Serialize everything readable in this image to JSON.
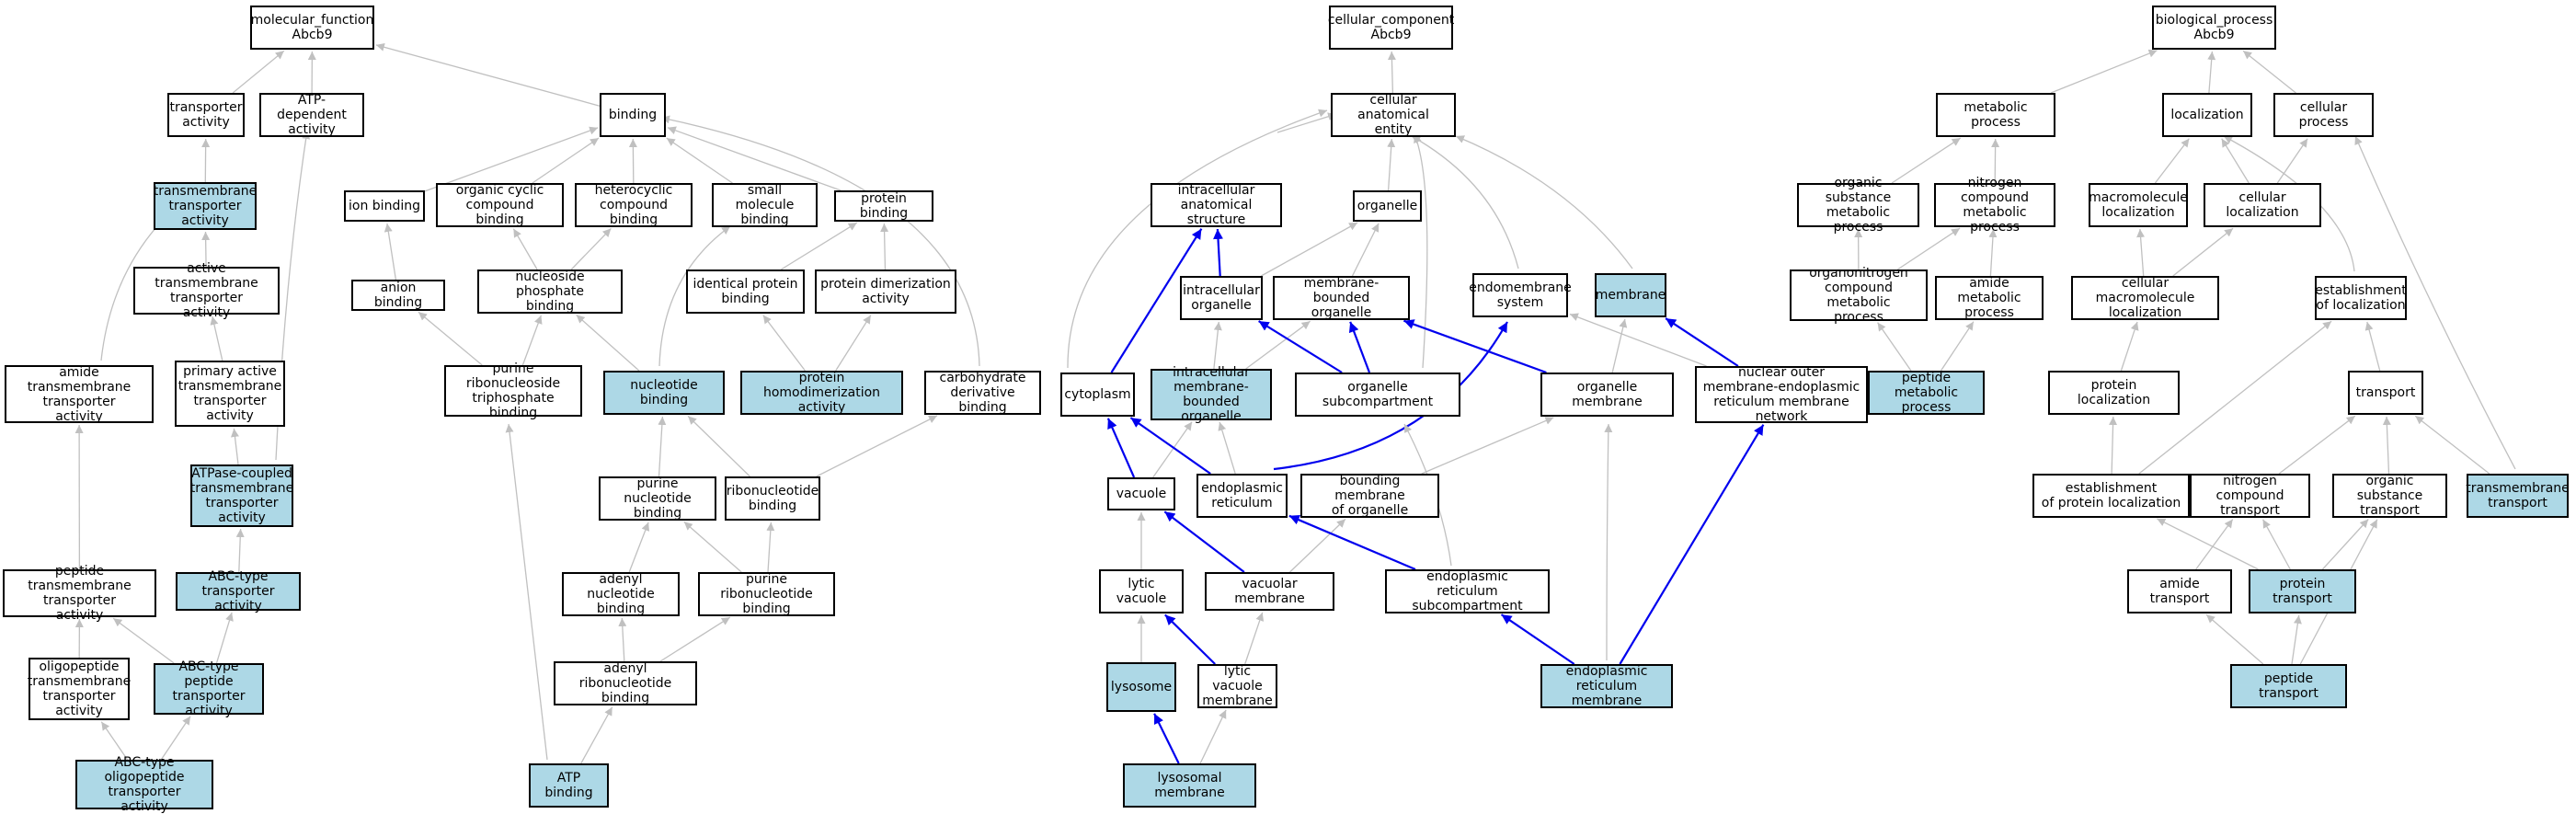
{
  "highlight_color": "#add8e6",
  "edge_gray": "#c0c0c0",
  "edge_blue": "#0000ee",
  "nodes": [
    {
      "id": "mf",
      "label": "molecular_function\nAbcb9",
      "hl": false
    },
    {
      "id": "trans_act",
      "label": "transporter\nactivity",
      "hl": false
    },
    {
      "id": "atp_dep",
      "label": "ATP-dependent\nactivity",
      "hl": false
    },
    {
      "id": "binding",
      "label": "binding",
      "hl": false
    },
    {
      "id": "tm_trans",
      "label": "transmembrane\ntransporter\nactivity",
      "hl": true
    },
    {
      "id": "ion_b",
      "label": "ion binding",
      "hl": false
    },
    {
      "id": "org_cyc",
      "label": "organic cyclic\ncompound binding",
      "hl": false
    },
    {
      "id": "hetero",
      "label": "heterocyclic\ncompound binding",
      "hl": false
    },
    {
      "id": "small_mol",
      "label": "small molecule\nbinding",
      "hl": false
    },
    {
      "id": "prot_b",
      "label": "protein binding",
      "hl": false
    },
    {
      "id": "active_tm",
      "label": "active transmembrane\ntransporter\nactivity",
      "hl": false
    },
    {
      "id": "anion_b",
      "label": "anion binding",
      "hl": false
    },
    {
      "id": "nuc_phos",
      "label": "nucleoside phosphate\nbinding",
      "hl": false
    },
    {
      "id": "ident_prot",
      "label": "identical protein\nbinding",
      "hl": false
    },
    {
      "id": "prot_dimer",
      "label": "protein dimerization\nactivity",
      "hl": false
    },
    {
      "id": "amide_tm",
      "label": "amide transmembrane\ntransporter\nactivity",
      "hl": false
    },
    {
      "id": "primary_active",
      "label": "primary active\ntransmembrane\ntransporter\nactivity",
      "hl": false
    },
    {
      "id": "purine_rntp",
      "label": "purine ribonucleoside\ntriphosphate\nbinding",
      "hl": false
    },
    {
      "id": "nucleotide_b",
      "label": "nucleotide binding",
      "hl": true
    },
    {
      "id": "prot_homodimer",
      "label": "protein homodimerization\nactivity",
      "hl": true
    },
    {
      "id": "carb_deriv",
      "label": "carbohydrate\nderivative binding",
      "hl": false
    },
    {
      "id": "atpase",
      "label": "ATPase-coupled\ntransmembrane\ntransporter\nactivity",
      "hl": true
    },
    {
      "id": "purine_nucl",
      "label": "purine nucleotide\nbinding",
      "hl": false
    },
    {
      "id": "ribonucl",
      "label": "ribonucleotide\nbinding",
      "hl": false
    },
    {
      "id": "peptide_tm",
      "label": "peptide transmembrane\ntransporter\nactivity",
      "hl": false
    },
    {
      "id": "abc_trans",
      "label": "ABC-type transporter\nactivity",
      "hl": true
    },
    {
      "id": "adenyl_nucl",
      "label": "adenyl nucleotide\nbinding",
      "hl": false
    },
    {
      "id": "purine_ribo",
      "label": "purine ribonucleotide\nbinding",
      "hl": false
    },
    {
      "id": "oligo_tm",
      "label": "oligopeptide\ntransmembrane\ntransporter\nactivity",
      "hl": false
    },
    {
      "id": "abc_peptide",
      "label": "ABC-type peptide\ntransporter\nactivity",
      "hl": true
    },
    {
      "id": "adenyl_ribo",
      "label": "adenyl ribonucleotide\nbinding",
      "hl": false
    },
    {
      "id": "abc_oligo",
      "label": "ABC-type oligopeptide\ntransporter\nactivity",
      "hl": true
    },
    {
      "id": "atp_b",
      "label": "ATP binding",
      "hl": true
    },
    {
      "id": "cc",
      "label": "cellular_component\nAbcb9",
      "hl": false
    },
    {
      "id": "cae",
      "label": "cellular anatomical\nentity",
      "hl": false
    },
    {
      "id": "intra_anat",
      "label": "intracellular\nanatomical structure",
      "hl": false
    },
    {
      "id": "organelle",
      "label": "organelle",
      "hl": false
    },
    {
      "id": "intra_org",
      "label": "intracellular\norganelle",
      "hl": false
    },
    {
      "id": "mem_org",
      "label": "membrane-bounded\norganelle",
      "hl": false
    },
    {
      "id": "endomem",
      "label": "endomembrane\nsystem",
      "hl": false
    },
    {
      "id": "membrane",
      "label": "membrane",
      "hl": true
    },
    {
      "id": "cytoplasm",
      "label": "cytoplasm",
      "hl": false
    },
    {
      "id": "intra_mem_org",
      "label": "intracellular\nmembrane-bounded\norganelle",
      "hl": true
    },
    {
      "id": "org_subcomp",
      "label": "organelle subcompartment",
      "hl": false
    },
    {
      "id": "org_mem",
      "label": "organelle membrane",
      "hl": false
    },
    {
      "id": "nuc_outer",
      "label": "nuclear outer\nmembrane-endoplasmic\nreticulum membrane\nnetwork",
      "hl": false
    },
    {
      "id": "vacuole",
      "label": "vacuole",
      "hl": false
    },
    {
      "id": "er",
      "label": "endoplasmic\nreticulum",
      "hl": false
    },
    {
      "id": "bound_mem",
      "label": "bounding membrane\nof organelle",
      "hl": false
    },
    {
      "id": "lytic_vac",
      "label": "lytic vacuole",
      "hl": false
    },
    {
      "id": "vac_mem",
      "label": "vacuolar membrane",
      "hl": false
    },
    {
      "id": "er_subcomp",
      "label": "endoplasmic\nreticulum subcompartment",
      "hl": false
    },
    {
      "id": "lysosome",
      "label": "lysosome",
      "hl": true
    },
    {
      "id": "lytic_vac_mem",
      "label": "lytic vacuole\nmembrane",
      "hl": false
    },
    {
      "id": "er_mem",
      "label": "endoplasmic\nreticulum membrane",
      "hl": true
    },
    {
      "id": "lyso_mem",
      "label": "lysosomal membrane",
      "hl": true
    },
    {
      "id": "bp",
      "label": "biological_process\nAbcb9",
      "hl": false
    },
    {
      "id": "metab",
      "label": "metabolic process",
      "hl": false
    },
    {
      "id": "local",
      "label": "localization",
      "hl": false
    },
    {
      "id": "cell_proc",
      "label": "cellular process",
      "hl": false
    },
    {
      "id": "org_sub_metab",
      "label": "organic substance\nmetabolic process",
      "hl": false
    },
    {
      "id": "nitro_metab",
      "label": "nitrogen compound\nmetabolic process",
      "hl": false
    },
    {
      "id": "macro_local",
      "label": "macromolecule\nlocalization",
      "hl": false
    },
    {
      "id": "cell_local",
      "label": "cellular localization",
      "hl": false
    },
    {
      "id": "organonitro",
      "label": "organonitrogen\ncompound metabolic\nprocess",
      "hl": false
    },
    {
      "id": "amide_metab",
      "label": "amide metabolic\nprocess",
      "hl": false
    },
    {
      "id": "cell_macro_local",
      "label": "cellular macromolecule\nlocalization",
      "hl": false
    },
    {
      "id": "estab_local",
      "label": "establishment\nof localization",
      "hl": false
    },
    {
      "id": "pept_metab",
      "label": "peptide metabolic\nprocess",
      "hl": true
    },
    {
      "id": "prot_local",
      "label": "protein localization",
      "hl": false
    },
    {
      "id": "transport",
      "label": "transport",
      "hl": false
    },
    {
      "id": "estab_prot_local",
      "label": "establishment\nof protein localization",
      "hl": false
    },
    {
      "id": "nitro_trans",
      "label": "nitrogen compound\ntransport",
      "hl": false
    },
    {
      "id": "org_sub_trans",
      "label": "organic substance\ntransport",
      "hl": false
    },
    {
      "id": "tm_transport",
      "label": "transmembrane\ntransport",
      "hl": true
    },
    {
      "id": "amide_trans",
      "label": "amide transport",
      "hl": false
    },
    {
      "id": "prot_trans",
      "label": "protein transport",
      "hl": true
    },
    {
      "id": "pept_trans",
      "label": "peptide transport",
      "hl": true
    }
  ],
  "edges": [
    [
      "trans_act",
      "mf",
      "gray"
    ],
    [
      "atp_dep",
      "mf",
      "gray"
    ],
    [
      "binding",
      "mf",
      "gray"
    ],
    [
      "tm_trans",
      "trans_act",
      "gray"
    ],
    [
      "ion_b",
      "binding",
      "gray"
    ],
    [
      "org_cyc",
      "binding",
      "gray"
    ],
    [
      "hetero",
      "binding",
      "gray"
    ],
    [
      "small_mol",
      "binding",
      "gray"
    ],
    [
      "prot_b",
      "binding",
      "gray"
    ],
    [
      "carb_deriv",
      "binding",
      "gray"
    ],
    [
      "active_tm",
      "tm_trans",
      "gray"
    ],
    [
      "amide_tm",
      "tm_trans",
      "gray"
    ],
    [
      "anion_b",
      "ion_b",
      "gray"
    ],
    [
      "nuc_phos",
      "org_cyc",
      "gray"
    ],
    [
      "nuc_phos",
      "hetero",
      "gray"
    ],
    [
      "ident_prot",
      "prot_b",
      "gray"
    ],
    [
      "prot_dimer",
      "prot_b",
      "gray"
    ],
    [
      "primary_active",
      "active_tm",
      "gray"
    ],
    [
      "purine_rntp",
      "anion_b",
      "gray"
    ],
    [
      "purine_rntp",
      "nuc_phos",
      "gray"
    ],
    [
      "nucleotide_b",
      "nuc_phos",
      "gray"
    ],
    [
      "nucleotide_b",
      "small_mol",
      "gray"
    ],
    [
      "prot_homodimer",
      "ident_prot",
      "gray"
    ],
    [
      "prot_homodimer",
      "prot_dimer",
      "gray"
    ],
    [
      "atpase",
      "primary_active",
      "gray"
    ],
    [
      "atpase",
      "atp_dep",
      "gray"
    ],
    [
      "purine_nucl",
      "nucleotide_b",
      "gray"
    ],
    [
      "ribonucl",
      "nucleotide_b",
      "gray"
    ],
    [
      "ribonucl",
      "carb_deriv",
      "gray"
    ],
    [
      "peptide_tm",
      "amide_tm",
      "gray"
    ],
    [
      "abc_trans",
      "atpase",
      "gray"
    ],
    [
      "adenyl_nucl",
      "purine_nucl",
      "gray"
    ],
    [
      "purine_ribo",
      "purine_nucl",
      "gray"
    ],
    [
      "purine_ribo",
      "ribonucl",
      "gray"
    ],
    [
      "oligo_tm",
      "peptide_tm",
      "gray"
    ],
    [
      "abc_peptide",
      "peptide_tm",
      "gray"
    ],
    [
      "abc_peptide",
      "abc_trans",
      "gray"
    ],
    [
      "adenyl_ribo",
      "adenyl_nucl",
      "gray"
    ],
    [
      "adenyl_ribo",
      "purine_ribo",
      "gray"
    ],
    [
      "abc_oligo",
      "oligo_tm",
      "gray"
    ],
    [
      "abc_oligo",
      "abc_peptide",
      "gray"
    ],
    [
      "atp_b",
      "adenyl_ribo",
      "gray"
    ],
    [
      "atp_b",
      "purine_rntp",
      "gray"
    ],
    [
      "cae",
      "cc",
      "gray"
    ],
    [
      "intra_anat",
      "cae",
      "gray"
    ],
    [
      "organelle",
      "cae",
      "gray"
    ],
    [
      "endomem",
      "cae",
      "gray"
    ],
    [
      "membrane",
      "cae",
      "gray"
    ],
    [
      "cytoplasm",
      "cae",
      "gray"
    ],
    [
      "org_subcomp",
      "cae",
      "gray"
    ],
    [
      "intra_org",
      "organelle",
      "gray"
    ],
    [
      "mem_org",
      "organelle",
      "gray"
    ],
    [
      "intra_org",
      "intra_anat",
      "blue"
    ],
    [
      "cytoplasm",
      "intra_anat",
      "blue"
    ],
    [
      "intra_mem_org",
      "intra_org",
      "gray"
    ],
    [
      "intra_mem_org",
      "mem_org",
      "gray"
    ],
    [
      "org_subcomp",
      "intra_org",
      "blue"
    ],
    [
      "org_subcomp",
      "mem_org",
      "blue"
    ],
    [
      "org_mem",
      "mem_org",
      "blue"
    ],
    [
      "org_mem",
      "membrane",
      "gray"
    ],
    [
      "nuc_outer",
      "membrane",
      "blue"
    ],
    [
      "nuc_outer",
      "endomem",
      "gray"
    ],
    [
      "vacuole",
      "cytoplasm",
      "blue"
    ],
    [
      "vacuole",
      "intra_mem_org",
      "gray"
    ],
    [
      "er",
      "cytoplasm",
      "blue"
    ],
    [
      "er",
      "intra_mem_org",
      "gray"
    ],
    [
      "er",
      "endomem",
      "blue"
    ],
    [
      "bound_mem",
      "org_mem",
      "gray"
    ],
    [
      "lytic_vac",
      "vacuole",
      "gray"
    ],
    [
      "vac_mem",
      "vacuole",
      "blue"
    ],
    [
      "vac_mem",
      "bound_mem",
      "gray"
    ],
    [
      "er_subcomp",
      "er",
      "blue"
    ],
    [
      "er_subcomp",
      "org_subcomp",
      "gray"
    ],
    [
      "lysosome",
      "lytic_vac",
      "gray"
    ],
    [
      "lytic_vac_mem",
      "lytic_vac",
      "blue"
    ],
    [
      "lytic_vac_mem",
      "vac_mem",
      "gray"
    ],
    [
      "er_mem",
      "er_subcomp",
      "blue"
    ],
    [
      "er_mem",
      "org_mem",
      "gray"
    ],
    [
      "er_mem",
      "nuc_outer",
      "blue"
    ],
    [
      "lyso_mem",
      "lysosome",
      "blue"
    ],
    [
      "lyso_mem",
      "lytic_vac_mem",
      "gray"
    ],
    [
      "metab",
      "bp",
      "gray"
    ],
    [
      "local",
      "bp",
      "gray"
    ],
    [
      "cell_proc",
      "bp",
      "gray"
    ],
    [
      "org_sub_metab",
      "metab",
      "gray"
    ],
    [
      "nitro_metab",
      "metab",
      "gray"
    ],
    [
      "macro_local",
      "local",
      "gray"
    ],
    [
      "cell_local",
      "local",
      "gray"
    ],
    [
      "cell_local",
      "cell_proc",
      "gray"
    ],
    [
      "estab_local",
      "local",
      "gray"
    ],
    [
      "organonitro",
      "org_sub_metab",
      "gray"
    ],
    [
      "organonitro",
      "nitro_metab",
      "gray"
    ],
    [
      "amide_metab",
      "nitro_metab",
      "gray"
    ],
    [
      "cell_macro_local",
      "macro_local",
      "gray"
    ],
    [
      "cell_macro_local",
      "cell_local",
      "gray"
    ],
    [
      "pept_metab",
      "organonitro",
      "gray"
    ],
    [
      "pept_metab",
      "amide_metab",
      "gray"
    ],
    [
      "prot_local",
      "cell_macro_local",
      "gray"
    ],
    [
      "transport",
      "estab_local",
      "gray"
    ],
    [
      "estab_prot_local",
      "prot_local",
      "gray"
    ],
    [
      "estab_prot_local",
      "estab_local",
      "gray"
    ],
    [
      "nitro_trans",
      "transport",
      "gray"
    ],
    [
      "org_sub_trans",
      "transport",
      "gray"
    ],
    [
      "tm_transport",
      "transport",
      "gray"
    ],
    [
      "tm_transport",
      "cell_proc",
      "gray"
    ],
    [
      "amide_trans",
      "nitro_trans",
      "gray"
    ],
    [
      "prot_trans",
      "nitro_trans",
      "gray"
    ],
    [
      "prot_trans",
      "org_sub_trans",
      "gray"
    ],
    [
      "prot_trans",
      "estab_prot_local",
      "gray"
    ],
    [
      "pept_trans",
      "amide_trans",
      "gray"
    ],
    [
      "pept_trans",
      "prot_trans",
      "gray"
    ],
    [
      "pept_trans",
      "org_sub_trans",
      "gray"
    ]
  ]
}
